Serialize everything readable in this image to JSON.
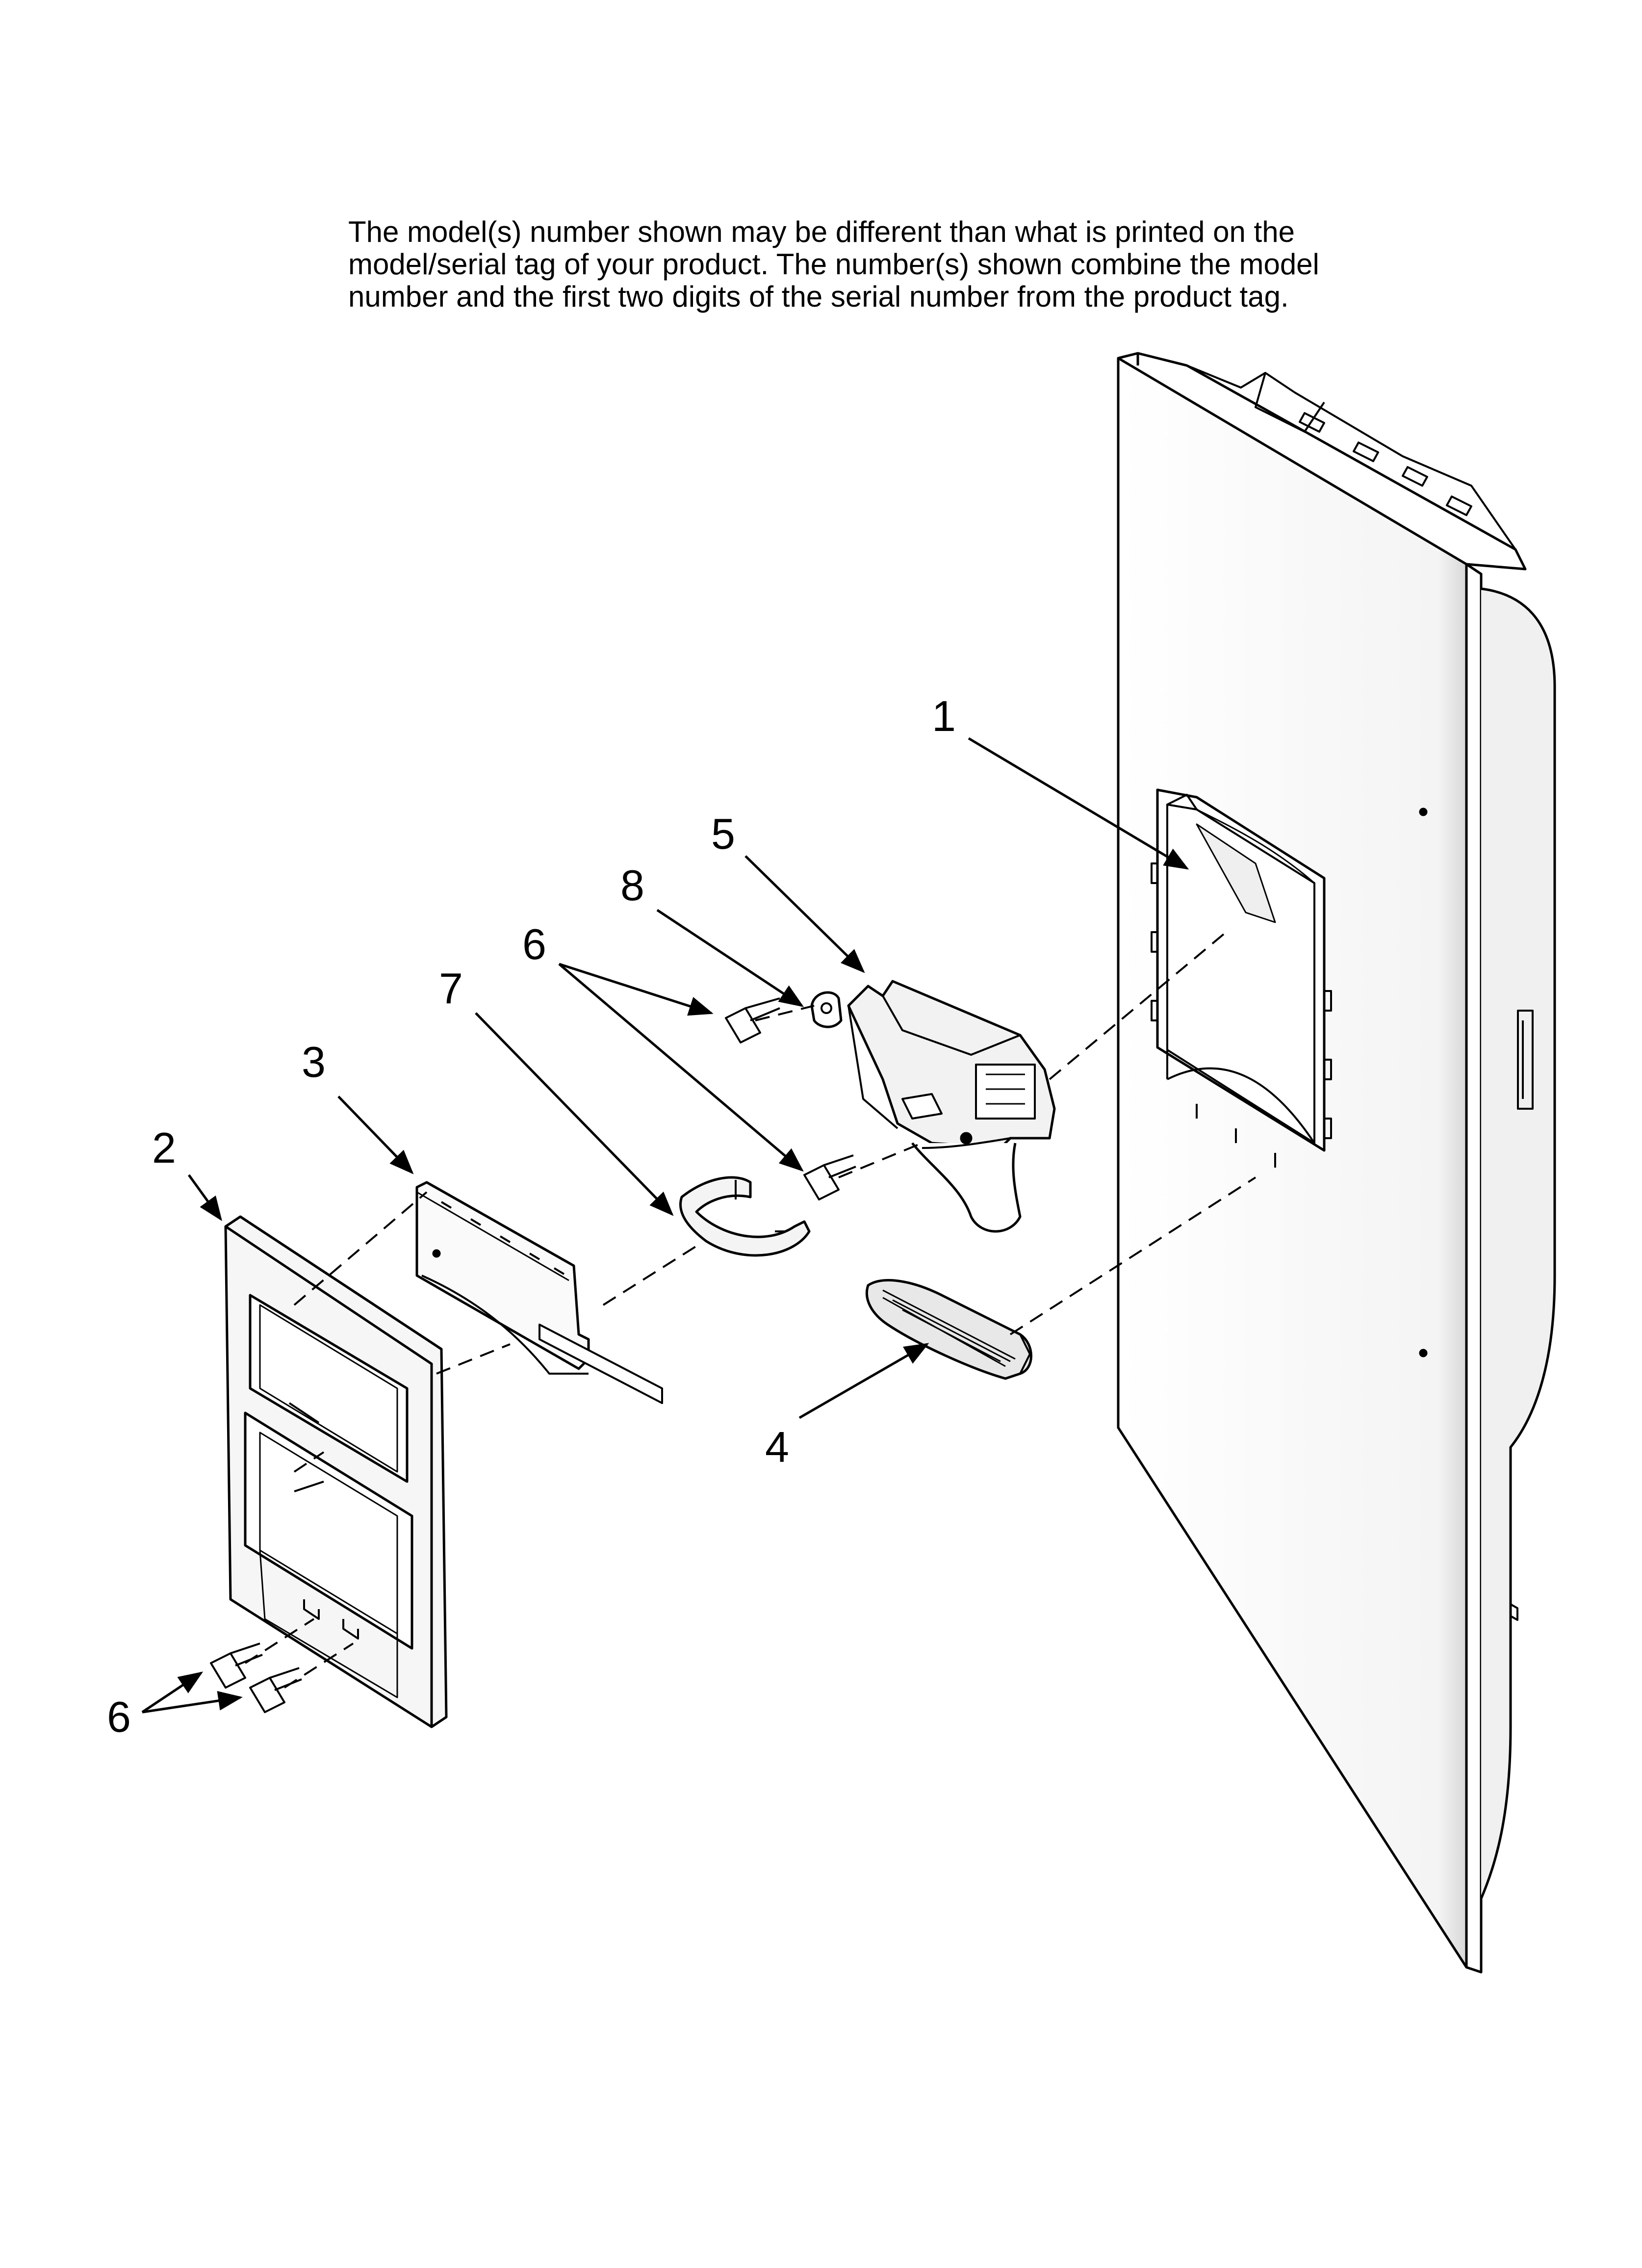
{
  "note": {
    "lines": [
      "The model(s) number shown may be different than what is printed on the",
      "model/serial tag of your product. The number(s) shown combine the model",
      "number and the first two digits of the serial number from the product tag."
    ]
  },
  "callouts": [
    {
      "id": "callout-1",
      "label": "1"
    },
    {
      "id": "callout-2",
      "label": "2"
    },
    {
      "id": "callout-3",
      "label": "3"
    },
    {
      "id": "callout-4",
      "label": "4"
    },
    {
      "id": "callout-5",
      "label": "5"
    },
    {
      "id": "callout-6a",
      "label": "6"
    },
    {
      "id": "callout-6b",
      "label": "6"
    },
    {
      "id": "callout-7",
      "label": "7"
    },
    {
      "id": "callout-8",
      "label": "8"
    }
  ]
}
